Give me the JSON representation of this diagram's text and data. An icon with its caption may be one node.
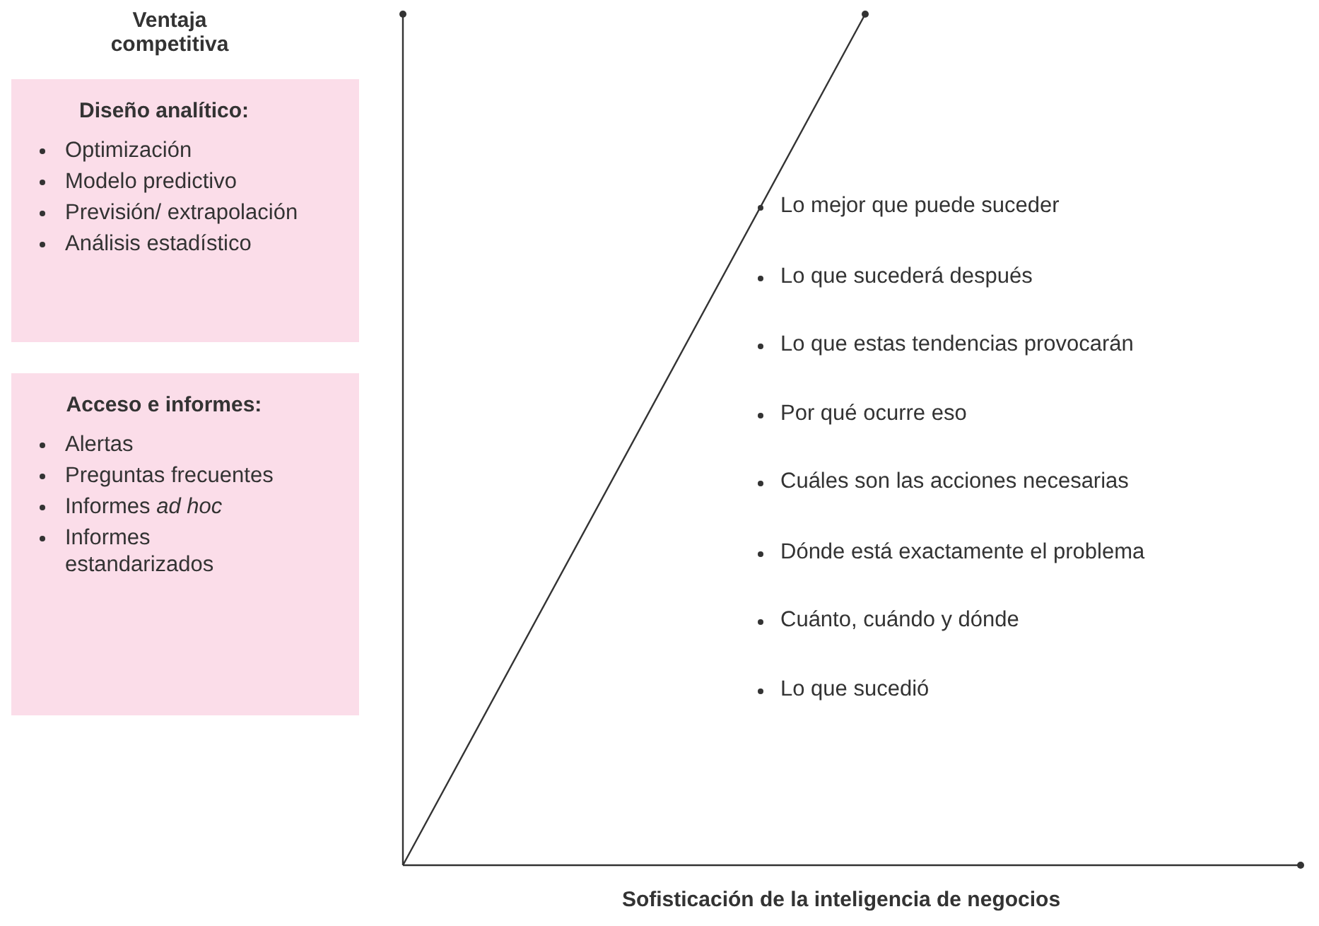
{
  "diagram": {
    "nodes": [
      {
        "text": [
          "Diseño analítico:",
          "Optimización",
          "Modelo predictivo",
          "Previsión/ extrapolación",
          "Análisis estadístico"
        ]
      },
      {
        "text": [
          "Acceso e informes:",
          "Alertas",
          "Preguntas frecuentes",
          "Informes *ad hoc*",
          "Informes estandarizados"
        ]
      }
    ],
    "edges": [],
    "labels": [
      "Ventaja competitiva",
      "Sofisticación de la inteligencia de negocios",
      "Lo mejor que puede suceder",
      "Lo que sucederá después",
      "Lo que estas tendencias provocarán",
      "Por qué ocurre eso",
      "Cuáles son las acciones necesarias",
      "Dónde está exactamente el problema",
      "Cuánto, cuándo y dónde",
      "Lo que sucedió"
    ]
  }
}
